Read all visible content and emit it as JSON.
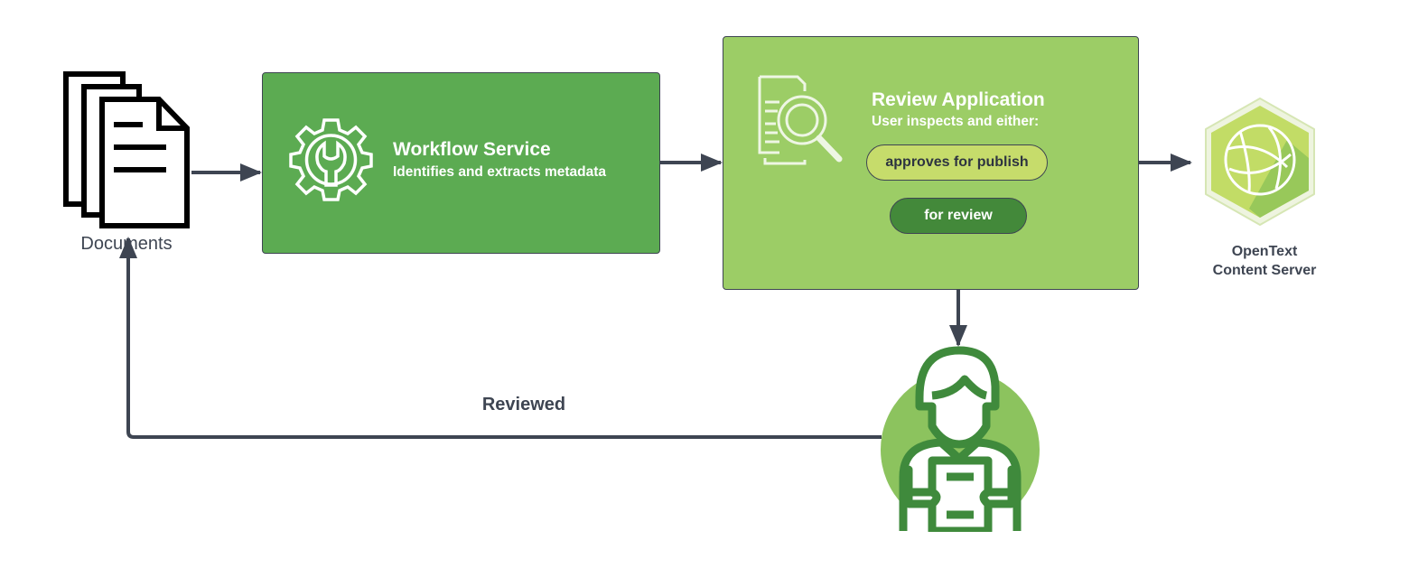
{
  "documents": {
    "label": "Documents",
    "icon": "documents-stack-icon"
  },
  "workflow": {
    "title": "Workflow Service",
    "subtitle": "Identifies and extracts metadata",
    "icon": "gear-wrench-icon",
    "color": "#5cab52"
  },
  "review": {
    "title": "Review Application",
    "subtitle": "User inspects and either:",
    "icon": "document-search-gear-icon",
    "color": "#9ccd66",
    "approve_label": "approves for publish",
    "approve_color": "#c6dc6b",
    "review_label": "for review",
    "review_color": "#43893a"
  },
  "server": {
    "line1": "OpenText",
    "line2": "Content Server",
    "icon": "globe-hexagon-icon"
  },
  "reviewer": {
    "icon": "reviewer-person-icon"
  },
  "return_edge": {
    "label": "Reviewed"
  },
  "colors": {
    "arrow": "#3e4552"
  }
}
